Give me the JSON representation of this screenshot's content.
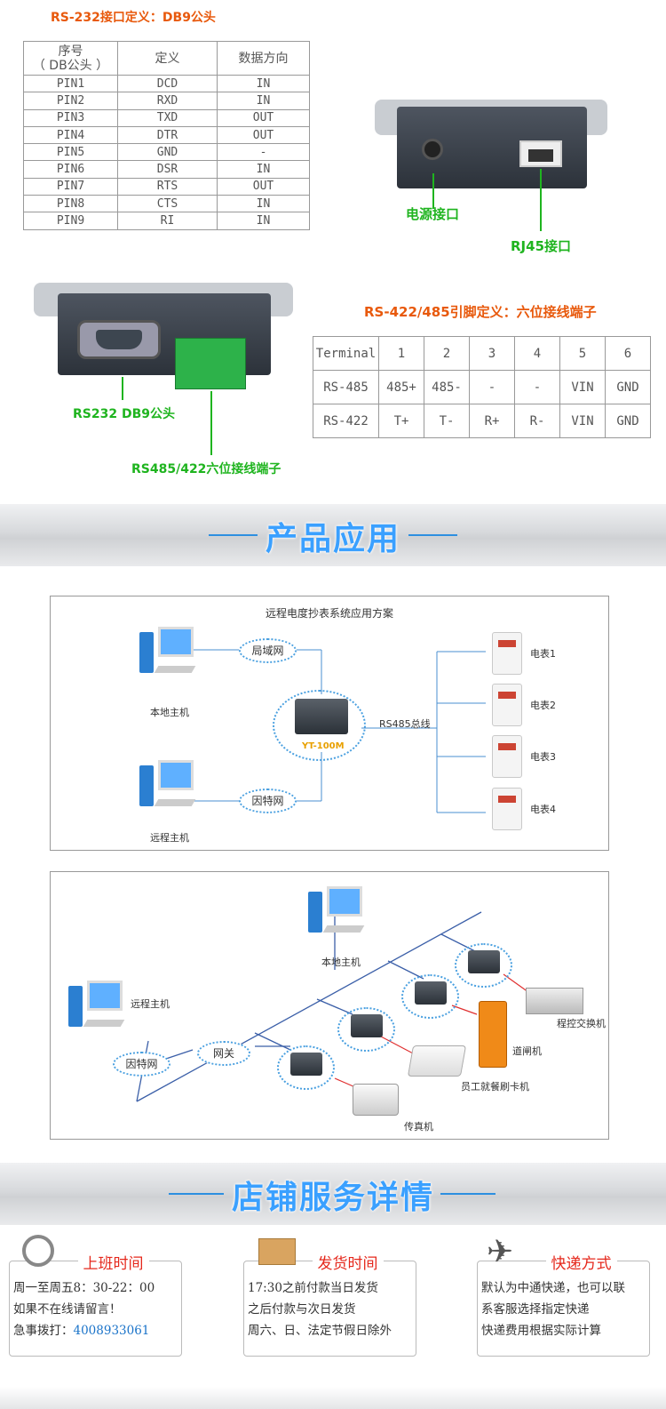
{
  "rs232": {
    "title": "RS-232接口定义：DB9公头",
    "headers": [
      "序号\n（ DB公头 ）",
      "定义",
      "数据方向"
    ],
    "rows": [
      [
        "PIN1",
        "DCD",
        "IN"
      ],
      [
        "PIN2",
        "RXD",
        "IN"
      ],
      [
        "PIN3",
        "TXD",
        "OUT"
      ],
      [
        "PIN4",
        "DTR",
        "OUT"
      ],
      [
        "PIN5",
        "GND",
        "-"
      ],
      [
        "PIN6",
        "DSR",
        "IN"
      ],
      [
        "PIN7",
        "RTS",
        "OUT"
      ],
      [
        "PIN8",
        "CTS",
        "IN"
      ],
      [
        "PIN9",
        "RI",
        "IN"
      ]
    ]
  },
  "port_labels": {
    "power": "电源接口",
    "rj45": "RJ45接口",
    "db9": "RS232 DB9公头",
    "terminal": "RS485/422六位接线端子"
  },
  "rs422": {
    "title": "RS-422/485引脚定义：六位接线端子",
    "rows": [
      [
        "Terminal",
        "1",
        "2",
        "3",
        "4",
        "5",
        "6"
      ],
      [
        "RS-485",
        "485+",
        "485-",
        "-",
        "-",
        "VIN",
        "GND"
      ],
      [
        "RS-422",
        "T+",
        "T-",
        "R+",
        "R-",
        "VIN",
        "GND"
      ]
    ]
  },
  "banner_app": "产品应用",
  "diagram1": {
    "title": "远程电度抄表系统应用方案",
    "local": "本地主机",
    "remote": "远程主机",
    "lan": "局域网",
    "internet": "因特网",
    "device": "YT-100M",
    "bus": "RS485总线",
    "meters": [
      "电表1",
      "电表2",
      "电表3",
      "电表4"
    ]
  },
  "diagram2": {
    "local": "本地主机",
    "remote": "远程主机",
    "internet": "因特网",
    "gateway": "网关",
    "pbx": "程控交换机",
    "gate": "道闸机",
    "card": "员工就餐刷卡机",
    "fax": "传真机"
  },
  "banner_shop": "店铺服务详情",
  "services": [
    {
      "title": "上班时间",
      "icon": "alarm-clock-icon",
      "lines": [
        "周一至周五8：30-22：00",
        "如果不在线请留言！"
      ],
      "phone_label": "急事拨打：",
      "phone": "4008933061"
    },
    {
      "title": "发货时间",
      "icon": "package-box-icon",
      "lines": [
        "17:30之前付款当日发货",
        "之后付款与次日发货",
        "周六、日、法定节假日除外"
      ]
    },
    {
      "title": "快递方式",
      "icon": "airplane-icon",
      "lines": [
        "默认为中通快递，也可以联",
        "系客服选择指定快递",
        "快递费用根据实际计算"
      ]
    }
  ],
  "colors": {
    "accent_orange": "#e8590c",
    "label_green": "#1fb41f",
    "banner_blue": "#3aa0ff",
    "service_red": "#e5281c",
    "phone_blue": "#1a73c9"
  }
}
